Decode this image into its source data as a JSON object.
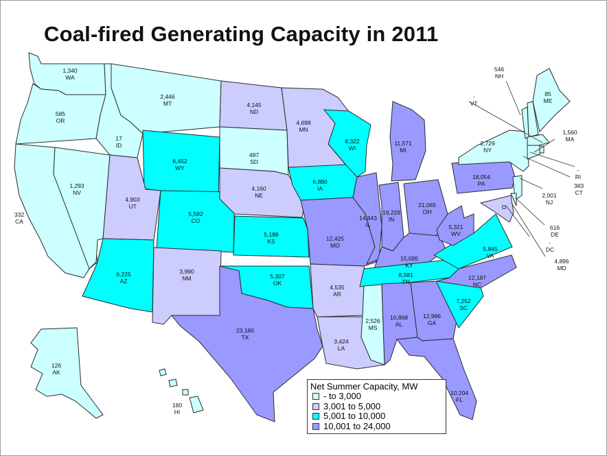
{
  "title": "Coal-fired Generating Capacity in 2011",
  "legend": {
    "title": "Net Summer Capacity, MW",
    "items": [
      {
        "label": "-     to  3,000",
        "color": "#ccffff"
      },
      {
        "label": "3,001  to  5,000",
        "color": "#ccccff"
      },
      {
        "label": "5,001  to  10,000",
        "color": "#00ffff"
      },
      {
        "label": "10,001  to  24,000",
        "color": "#9999ff"
      }
    ]
  },
  "colors": {
    "tier1": "#ccffff",
    "tier2": "#ccccff",
    "tier3": "#00ffff",
    "tier4": "#9999ff",
    "border": "#2a2a2a"
  },
  "states": [
    {
      "abbr": "WA",
      "value": "1,340",
      "tier": "tier1"
    },
    {
      "abbr": "OR",
      "value": "585",
      "tier": "tier1"
    },
    {
      "abbr": "CA",
      "value": "332",
      "tier": "tier1"
    },
    {
      "abbr": "NV",
      "value": "1,293",
      "tier": "tier1"
    },
    {
      "abbr": "ID",
      "value": "17",
      "tier": "tier1"
    },
    {
      "abbr": "MT",
      "value": "2,446",
      "tier": "tier1"
    },
    {
      "abbr": "WY",
      "value": "6,452",
      "tier": "tier3"
    },
    {
      "abbr": "UT",
      "value": "4,903",
      "tier": "tier2"
    },
    {
      "abbr": "AZ",
      "value": "6,225",
      "tier": "tier3"
    },
    {
      "abbr": "CO",
      "value": "5,592",
      "tier": "tier3"
    },
    {
      "abbr": "NM",
      "value": "3,990",
      "tier": "tier2"
    },
    {
      "abbr": "ND",
      "value": "4,145",
      "tier": "tier2"
    },
    {
      "abbr": "SD",
      "value": "497",
      "tier": "tier1"
    },
    {
      "abbr": "NE",
      "value": "4,160",
      "tier": "tier2"
    },
    {
      "abbr": "KS",
      "value": "5,188",
      "tier": "tier3"
    },
    {
      "abbr": "OK",
      "value": "5,307",
      "tier": "tier3"
    },
    {
      "abbr": "TX",
      "value": "23,180",
      "tier": "tier4"
    },
    {
      "abbr": "MN",
      "value": "4,698",
      "tier": "tier2"
    },
    {
      "abbr": "IA",
      "value": "6,880",
      "tier": "tier3"
    },
    {
      "abbr": "MO",
      "value": "12,425",
      "tier": "tier4"
    },
    {
      "abbr": "AR",
      "value": "4,535",
      "tier": "tier2"
    },
    {
      "abbr": "LA",
      "value": "3,424",
      "tier": "tier2"
    },
    {
      "abbr": "WI",
      "value": "8,322",
      "tier": "tier3"
    },
    {
      "abbr": "IL",
      "value": "14,843",
      "tier": "tier4"
    },
    {
      "abbr": "MI",
      "value": "11,571",
      "tier": "tier4"
    },
    {
      "abbr": "IN",
      "value": "19,229",
      "tier": "tier4"
    },
    {
      "abbr": "OH",
      "value": "21,065",
      "tier": "tier4"
    },
    {
      "abbr": "KY",
      "value": "15,095",
      "tier": "tier4"
    },
    {
      "abbr": "TN",
      "value": "8,581",
      "tier": "tier3"
    },
    {
      "abbr": "MS",
      "value": "2,526",
      "tier": "tier1"
    },
    {
      "abbr": "AL",
      "value": "10,868",
      "tier": "tier4"
    },
    {
      "abbr": "GA",
      "value": "12,986",
      "tier": "tier4"
    },
    {
      "abbr": "FL",
      "value": "10,204",
      "tier": "tier4"
    },
    {
      "abbr": "SC",
      "value": "7,252",
      "tier": "tier3"
    },
    {
      "abbr": "NC",
      "value": "12,187",
      "tier": "tier4"
    },
    {
      "abbr": "VA",
      "value": "5,845",
      "tier": "tier3"
    },
    {
      "abbr": "WV",
      "value": "5,321",
      "tier": "tier4"
    },
    {
      "abbr": "PA",
      "value": "18,054",
      "tier": "tier4"
    },
    {
      "abbr": "NY",
      "value": "2,729",
      "tier": "tier1"
    },
    {
      "abbr": "VT",
      "value": "-",
      "tier": "tier1"
    },
    {
      "abbr": "NH",
      "value": "546",
      "tier": "tier1"
    },
    {
      "abbr": "ME",
      "value": "85",
      "tier": "tier1"
    },
    {
      "abbr": "MA",
      "value": "1,560",
      "tier": "tier1"
    },
    {
      "abbr": "RI",
      "value": "-",
      "tier": "tier1"
    },
    {
      "abbr": "CT",
      "value": "383",
      "tier": "tier1"
    },
    {
      "abbr": "NJ",
      "value": "2,001",
      "tier": "tier1"
    },
    {
      "abbr": "DE",
      "value": "616",
      "tier": "tier1"
    },
    {
      "abbr": "MD",
      "value": "4,896",
      "tier": "tier2"
    },
    {
      "abbr": "DC",
      "value": "-",
      "tier": "tier1"
    },
    {
      "abbr": "AK",
      "value": "126",
      "tier": "tier1"
    },
    {
      "abbr": "HI",
      "value": "180",
      "tier": "tier1"
    }
  ]
}
